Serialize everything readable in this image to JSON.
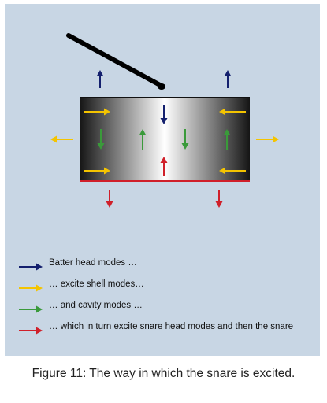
{
  "colors": {
    "background": "#c8d6e4",
    "batter_head": "#14206e",
    "shell": "#f4c400",
    "cavity": "#3a9a3a",
    "snare_head": "#d0202a",
    "stick": "#000000"
  },
  "diagram": {
    "elements": [
      "drumstick",
      "drum-shell",
      "batter-head-edge",
      "snare-head-edge"
    ]
  },
  "legend": [
    {
      "color_key": "batter_head",
      "label": "Batter head modes …"
    },
    {
      "color_key": "shell",
      "label": "… excite shell modes…"
    },
    {
      "color_key": "cavity",
      "label": "… and cavity modes …"
    },
    {
      "color_key": "snare_head",
      "label": "… which in turn excite snare head modes and then the snare"
    }
  ],
  "caption": "Figure 11: The way in which the snare is excited."
}
